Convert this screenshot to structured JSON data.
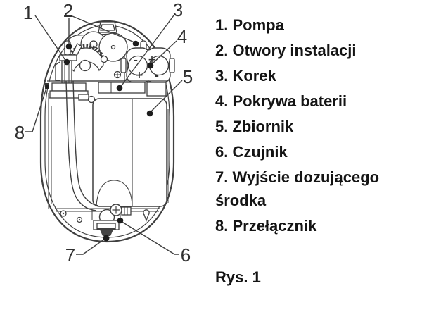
{
  "legend": {
    "items": [
      "1. Pompa",
      "2. Otwory instalacji",
      "3. Korek",
      "4. Pokrywa baterii",
      "5. Zbiornik",
      "6. Czujnik",
      "7. Wyjście dozującego środka",
      "8. Przełącznik"
    ],
    "caption": "Rys. 1"
  },
  "diagram": {
    "callouts": [
      "1",
      "2",
      "3",
      "4",
      "5",
      "6",
      "7",
      "8"
    ],
    "battery_marks": [
      "-",
      "+",
      "+",
      "-"
    ]
  },
  "colors": {
    "background": "#ffffff",
    "line": "#3f3f3f",
    "text": "#141414"
  }
}
